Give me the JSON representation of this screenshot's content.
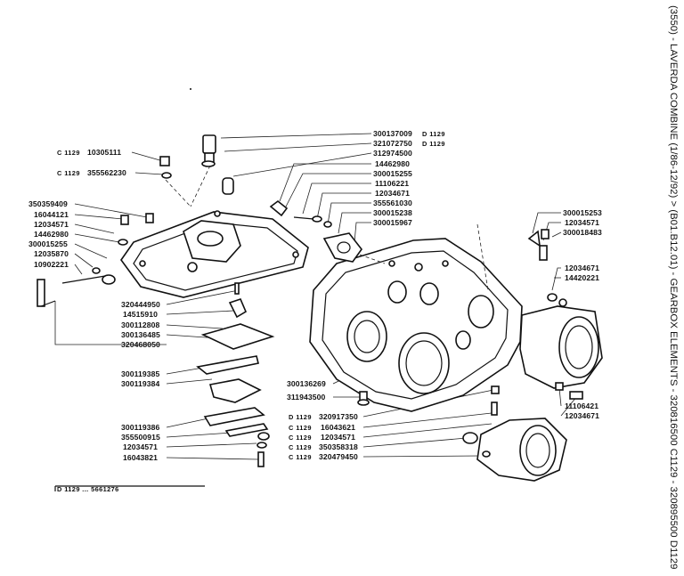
{
  "title": "(3550) - LAVERDA COMBINE (1/86-12/92) > (B01.B12.01) - GEARBOX ELEMENTS - 320816500 C1129 - 320895500 D1129",
  "footer_note": "D 1129 ... 5661276",
  "labels_left": [
    {
      "prefix": "C 1129",
      "code": "10305111"
    },
    {
      "prefix": "C 1129",
      "code": "355562230"
    },
    {
      "prefix": "",
      "code": "350359409"
    },
    {
      "prefix": "",
      "code": "16044121"
    },
    {
      "prefix": "",
      "code": "12034571"
    },
    {
      "prefix": "",
      "code": "14462980"
    },
    {
      "prefix": "",
      "code": "300015255"
    },
    {
      "prefix": "",
      "code": "12035870"
    },
    {
      "prefix": "",
      "code": "10902221"
    },
    {
      "prefix": "",
      "code": "320444950"
    },
    {
      "prefix": "",
      "code": "14515910"
    },
    {
      "prefix": "",
      "code": "300112808"
    },
    {
      "prefix": "",
      "code": "300136485"
    },
    {
      "prefix": "",
      "code": "320468050"
    },
    {
      "prefix": "",
      "code": "300119385"
    },
    {
      "prefix": "",
      "code": "300119384"
    },
    {
      "prefix": "",
      "code": "300119386"
    },
    {
      "prefix": "",
      "code": "355500915"
    },
    {
      "prefix": "",
      "code": "12034571"
    },
    {
      "prefix": "",
      "code": "16043821"
    }
  ],
  "labels_top": [
    {
      "code": "300137009",
      "suffix": "D 1129"
    },
    {
      "code": "321072750",
      "suffix": "D 1129"
    },
    {
      "code": "312974500",
      "suffix": ""
    },
    {
      "code": "14462980",
      "suffix": ""
    },
    {
      "code": "300015255",
      "suffix": ""
    },
    {
      "code": "11106221",
      "suffix": ""
    },
    {
      "code": "12034671",
      "suffix": ""
    },
    {
      "code": "355561030",
      "suffix": ""
    },
    {
      "code": "300015238",
      "suffix": ""
    },
    {
      "code": "300015967",
      "suffix": ""
    }
  ],
  "labels_right": [
    {
      "code": "300015253"
    },
    {
      "code": "12034571"
    },
    {
      "code": "300018483"
    },
    {
      "code": "12034671"
    },
    {
      "code": "14420221"
    },
    {
      "code": "11106421"
    },
    {
      "code": "12034671"
    }
  ],
  "labels_bottom": [
    {
      "prefix": "",
      "code": "300136269"
    },
    {
      "prefix": "",
      "code": "311943500"
    },
    {
      "prefix": "D 1129",
      "code": "320917350"
    },
    {
      "prefix": "C 1129",
      "code": "16043621"
    },
    {
      "prefix": "C 1129",
      "code": "12034571"
    },
    {
      "prefix": "C 1129",
      "code": "350358318"
    },
    {
      "prefix": "C 1129",
      "code": "320479450"
    }
  ]
}
